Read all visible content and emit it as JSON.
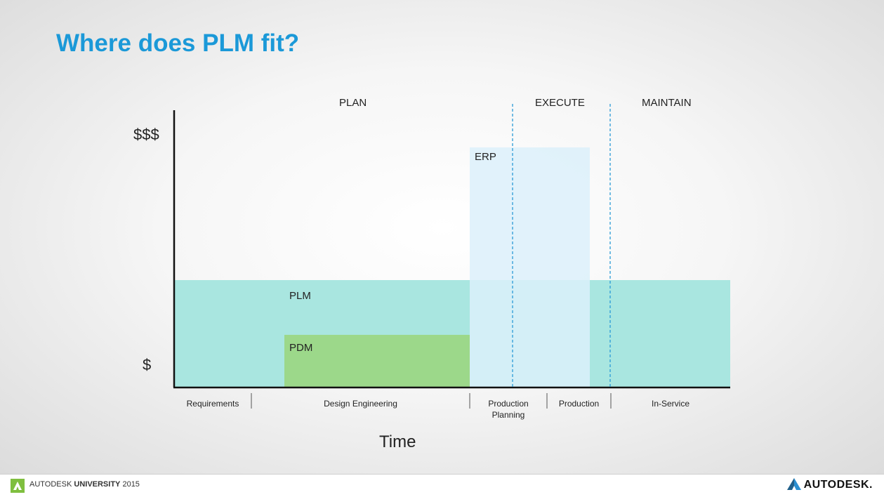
{
  "slide": {
    "title": "Where does PLM fit?",
    "phases": [
      "PLAN",
      "EXECUTE",
      "MAINTAIN"
    ],
    "y_axis": {
      "high": "$$$",
      "low": "$"
    },
    "x_axis_label": "Time",
    "bands": {
      "erp": "ERP",
      "plm": "PLM",
      "pdm": "PDM"
    },
    "stages": [
      "Requirements",
      "Design Engineering",
      "Production Planning",
      "Production",
      "In-Service"
    ],
    "colors": {
      "title": "#1b99d8",
      "plm": "#a9e6e0",
      "pdm": "#9cd88a",
      "erp": "#dcf0fa",
      "divider": "#2a9ad6"
    }
  },
  "footer": {
    "event_prefix": "AUTODESK",
    "event_name": "UNIVERSITY",
    "event_year": "2015",
    "brand": "AUTODESK."
  }
}
